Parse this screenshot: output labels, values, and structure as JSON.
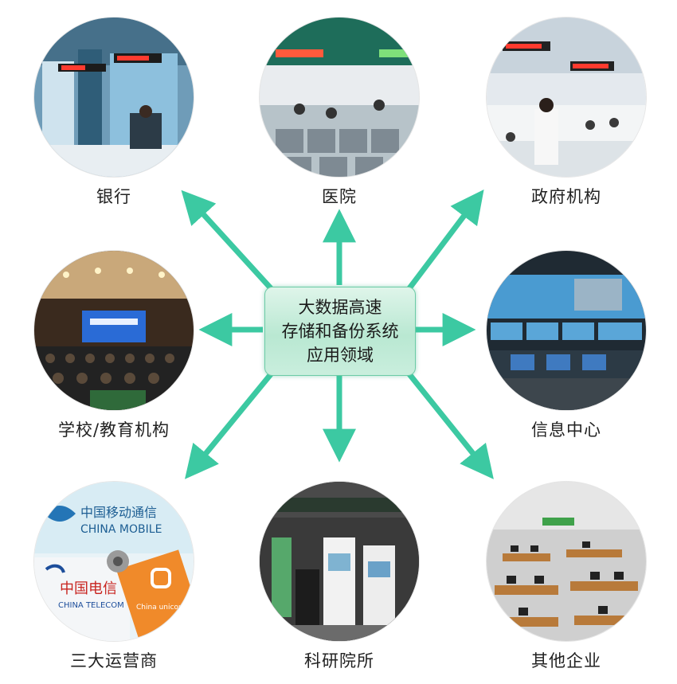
{
  "center": {
    "lines": [
      "大数据高速",
      "存储和备份系统",
      "应用领域"
    ]
  },
  "nodes": [
    {
      "label": "银行",
      "icon": "bank-counter-photo"
    },
    {
      "label": "医院",
      "icon": "hospital-hall-photo"
    },
    {
      "label": "政府机构",
      "icon": "government-service-hall-photo"
    },
    {
      "label": "学校/教育机构",
      "icon": "conference-hall-photo"
    },
    {
      "label": "信息中心",
      "icon": "monitoring-center-photo"
    },
    {
      "label": "三大运营商",
      "icon": "telecom-logos-photo",
      "photo_text": [
        "中国移动通信",
        "CHINA MOBILE",
        "中国电信",
        "CHINA TELECOM",
        "China unicom中国联通"
      ]
    },
    {
      "label": "科研院所",
      "icon": "research-exhibition-photo"
    },
    {
      "label": "其他企业",
      "icon": "open-office-photo"
    }
  ],
  "colors": {
    "arrow": "#3cc9a2",
    "center_border": "#6ccba6"
  }
}
